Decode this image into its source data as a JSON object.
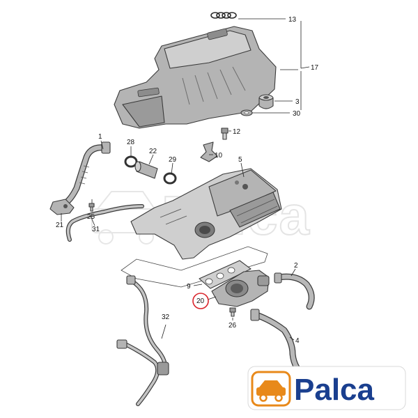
{
  "diagram": {
    "callouts": [
      {
        "id": "13",
        "label": "13"
      },
      {
        "id": "17",
        "label": "17"
      },
      {
        "id": "3",
        "label": "3"
      },
      {
        "id": "30",
        "label": "30"
      },
      {
        "id": "12",
        "label": "12"
      },
      {
        "id": "10",
        "label": "10"
      },
      {
        "id": "1",
        "label": "1"
      },
      {
        "id": "28",
        "label": "28"
      },
      {
        "id": "22",
        "label": "22"
      },
      {
        "id": "29",
        "label": "29"
      },
      {
        "id": "5",
        "label": "5"
      },
      {
        "id": "25",
        "label": "25"
      },
      {
        "id": "21",
        "label": "21"
      },
      {
        "id": "31",
        "label": "31"
      },
      {
        "id": "2",
        "label": "2"
      },
      {
        "id": "9",
        "label": "9"
      },
      {
        "id": "20",
        "label": "20"
      },
      {
        "id": "26",
        "label": "26"
      },
      {
        "id": "32",
        "label": "32"
      },
      {
        "id": "4",
        "label": "4"
      }
    ],
    "highlighted_callout": "20",
    "highlight_color": "#d9232a"
  },
  "logo": {
    "brand": "Palca",
    "brand_color": "#1a3f8f",
    "icon": "car-icon",
    "icon_color": "#e8891a"
  },
  "watermark": {
    "text": "Palca"
  }
}
